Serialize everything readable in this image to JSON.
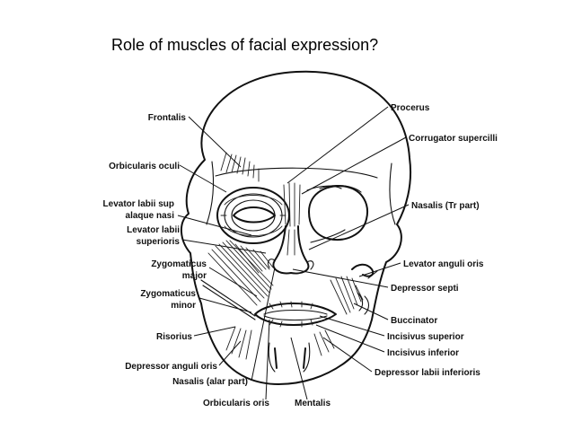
{
  "slide": {
    "title": "Role of muscles of facial expression?"
  },
  "labels": {
    "frontalis": "Frontalis",
    "orbicularis_oculi": "Orbicularis oculi",
    "levator_labii_sup_1": "Levator labii sup",
    "levator_labii_sup_2": "alaque nasi",
    "levator_labii_1": "Levator labii",
    "levator_labii_2": "superioris",
    "zygomaticus_major_1": "Zygomaticus",
    "zygomaticus_major_2": "major",
    "zygomaticus_minor_1": "Zygomaticus",
    "zygomaticus_minor_2": "minor",
    "risorius": "Risorius",
    "depressor_anguli_oris": "Depressor anguli oris",
    "nasalis_alar": "Nasalis (alar part)",
    "orbicularis_oris": "Orbicularis oris",
    "mentalis": "Mentalis",
    "procerus": "Procerus",
    "corrugator_supercilli": "Corrugator supercilli",
    "nasalis_tr": "Nasalis (Tr part)",
    "levator_anguli_oris": "Levator anguli oris",
    "depressor_septi": "Depressor septi",
    "buccinator": "Buccinator",
    "incisivus_superior": "Incisivus superior",
    "incisivus_inferior": "Incisivus inferior",
    "depressor_labii_inferioris": "Depressor labii inferioris"
  }
}
